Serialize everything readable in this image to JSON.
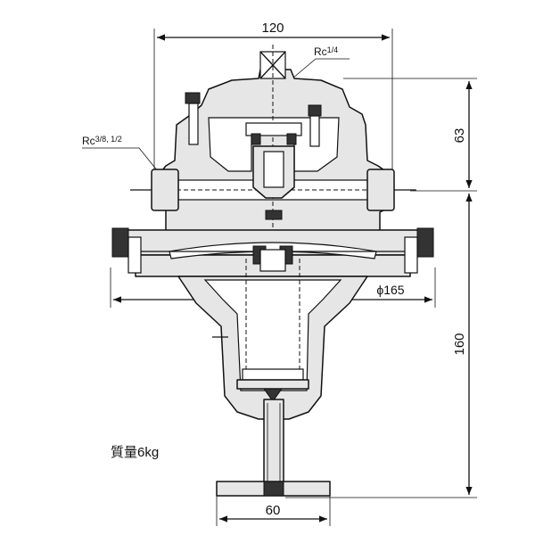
{
  "dimensions": {
    "width_top": "120",
    "height_upper": "63",
    "height_lower": "160",
    "diameter": "ϕ165",
    "width_bottom": "60"
  },
  "port_labels": {
    "top_rc": "Rc",
    "top_rc_value": "1/4",
    "side_rc": "Rc",
    "side_rc_value": "3/8, 1/2"
  },
  "mass_label": "質量6kg"
}
